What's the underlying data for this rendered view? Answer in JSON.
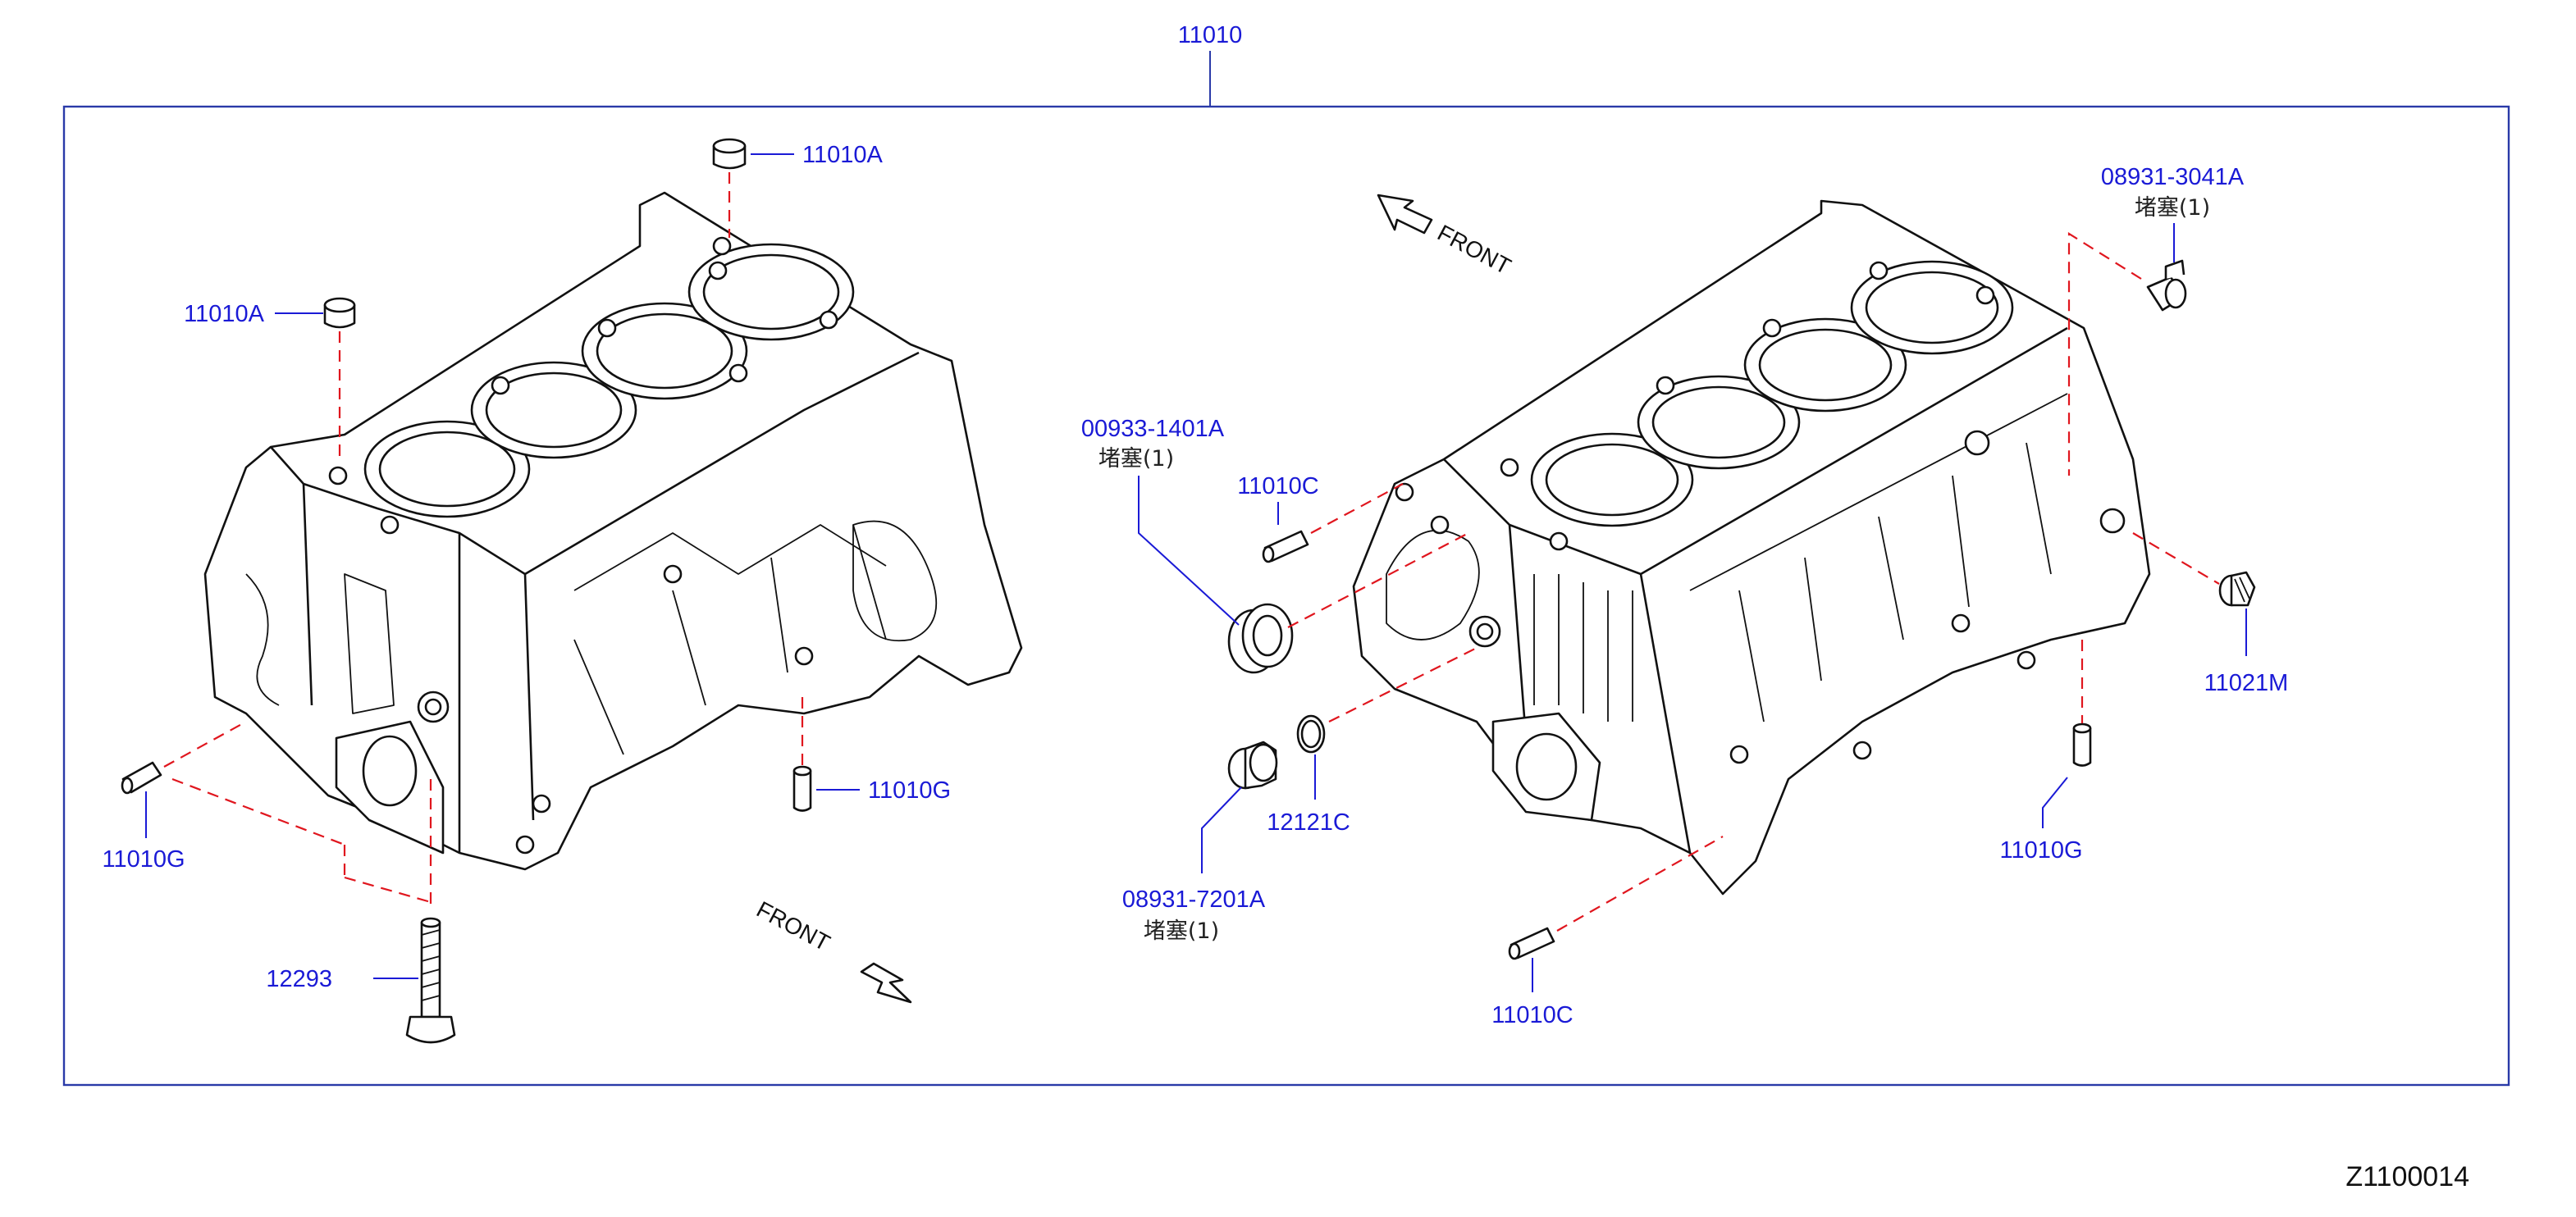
{
  "assembly": {
    "label": "11010"
  },
  "drawing_code": "Z1100014",
  "front_left": "FRONT",
  "front_right": "FRONT",
  "callouts": {
    "c11010A_top": "11010A",
    "c11010A_left": "11010A",
    "c11010G_left": "11010G",
    "c11010G_center": "11010G",
    "c12293": "12293",
    "c00933": "00933-1401A",
    "c00933_sub": "堵塞(1)",
    "c11010C_upper": "11010C",
    "c12121C": "12121C",
    "c08931_7201A": "08931-7201A",
    "c08931_7201A_sub": "堵塞(1)",
    "c11010C_lower": "11010C",
    "c08931_3041A": "08931-3041A",
    "c08931_3041A_sub": "堵塞(1)",
    "c11021M": "11021M",
    "c11010G_right": "11010G"
  },
  "colors": {
    "label": "#1a1ad6",
    "dash": "#e0161e",
    "frame": "#2a3aa8"
  }
}
